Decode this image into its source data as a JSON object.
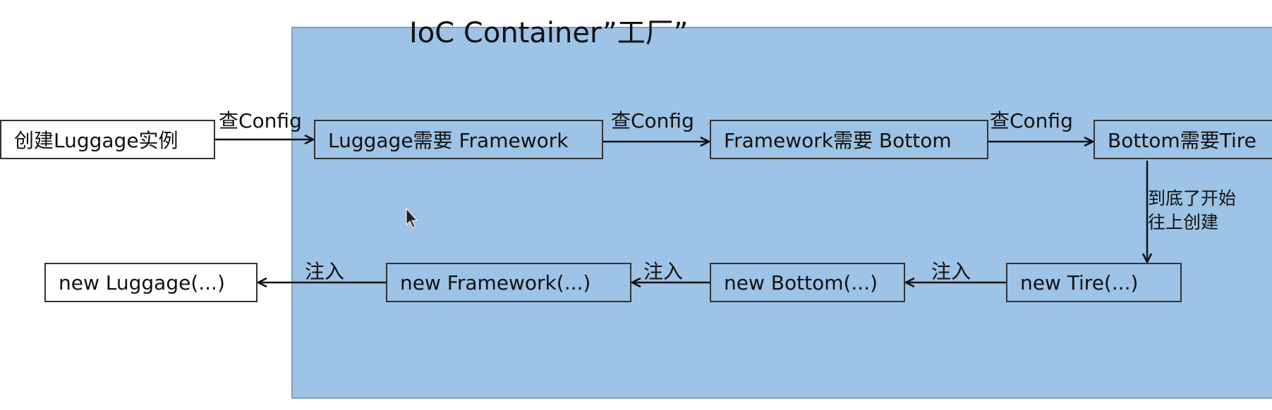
{
  "title": "IoC Container”工厂”",
  "boxes": {
    "create_luggage": "创建Luggage实例",
    "luggage_needs_framework": "Luggage需要 Framework",
    "framework_needs_bottom": "Framework需要 Bottom",
    "bottom_needs_tire": "Bottom需要Tire",
    "new_tire": "new Tire(...)",
    "new_bottom": "new Bottom(...)",
    "new_framework": "new Framework(...)",
    "new_luggage": "new Luggage(...)"
  },
  "labels": {
    "check_config": "查Config",
    "inject": "注入",
    "bottom_out_line1": "到底了开始",
    "bottom_out_line2": "往上创建"
  }
}
